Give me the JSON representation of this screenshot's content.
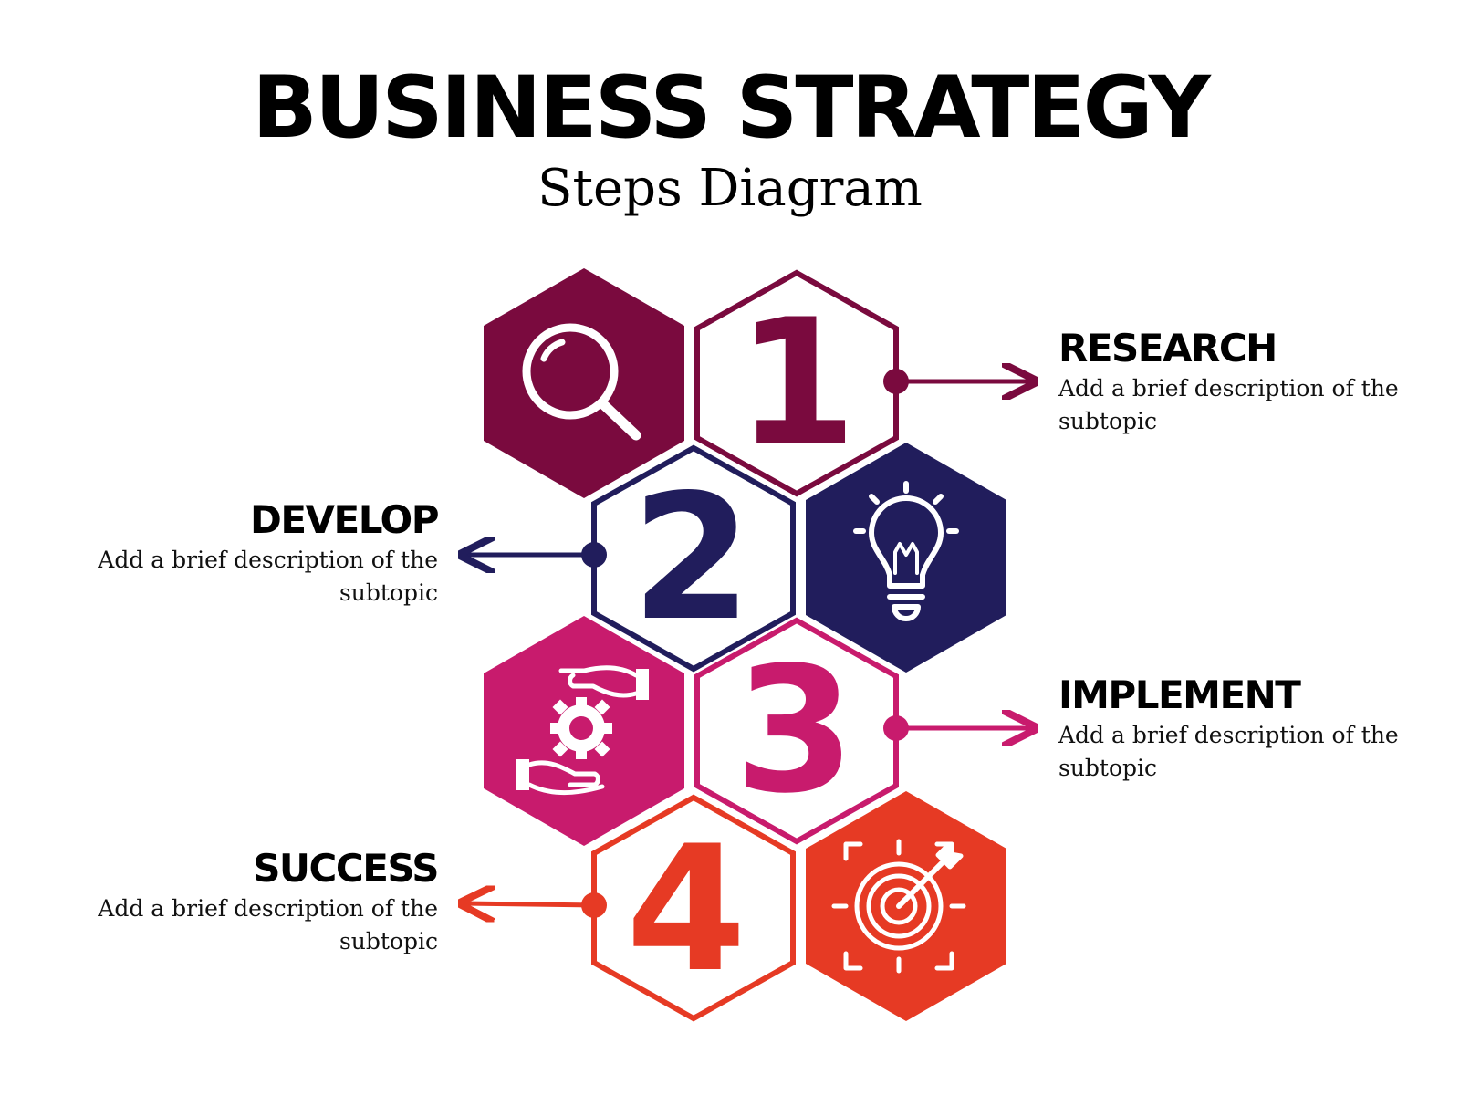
{
  "header": {
    "title": "BUSINESS STRATEGY",
    "subtitle": "Steps Diagram"
  },
  "colors": {
    "research": "#7a0a3e",
    "develop": "#211d5c",
    "implement": "#c81b6d",
    "success": "#e63a24"
  },
  "steps": [
    {
      "number": "1",
      "title": "RESEARCH",
      "description": "Add a brief description of the subtopic",
      "icon": "magnifier-icon",
      "color": "#7a0a3e"
    },
    {
      "number": "2",
      "title": "DEVELOP",
      "description": "Add a brief description of the subtopic",
      "icon": "lightbulb-icon",
      "color": "#211d5c"
    },
    {
      "number": "3",
      "title": "IMPLEMENT",
      "description": "Add a brief description of the subtopic",
      "icon": "hands-gear-icon",
      "color": "#c81b6d"
    },
    {
      "number": "4",
      "title": "SUCCESS",
      "description": "Add a brief description of the subtopic",
      "icon": "target-arrow-icon",
      "color": "#e63a24"
    }
  ]
}
